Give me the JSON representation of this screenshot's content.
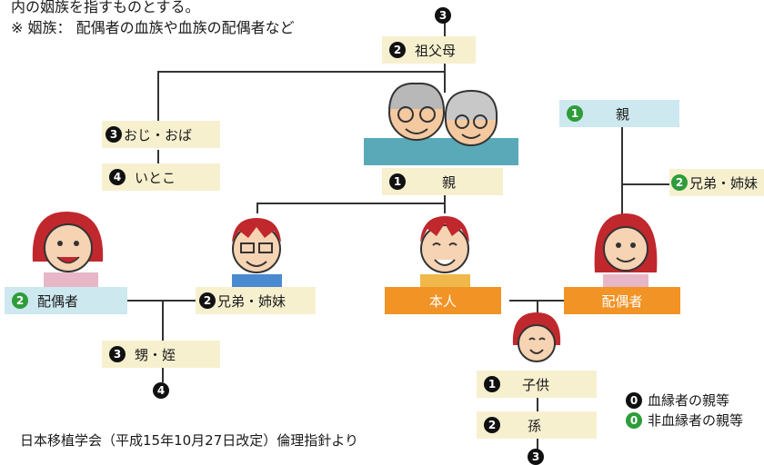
{
  "header": {
    "line1": "内の姻族を指すものとする。",
    "line2": "※ 姻族： 配偶者の血族や血族の配偶者など"
  },
  "nodes": {
    "grandparent": {
      "badge": "2",
      "label": "祖父母"
    },
    "top_badge": "3",
    "uncle": {
      "badge": "3",
      "label": "おじ・おば"
    },
    "cousin": {
      "badge": "4",
      "label": "いとこ"
    },
    "parent": {
      "badge": "1",
      "label": "親"
    },
    "sibling": {
      "badge": "2",
      "label": "兄弟・姉妹"
    },
    "spouse_left": {
      "badge": "2",
      "label": "配偶者"
    },
    "nephew": {
      "badge": "3",
      "label": "甥・姪"
    },
    "nephew_below": "4",
    "self": {
      "label": "本人"
    },
    "spouse": {
      "label": "配偶者"
    },
    "child": {
      "badge": "1",
      "label": "子供"
    },
    "grandchild": {
      "badge": "2",
      "label": "孫"
    },
    "grandchild_below": "3",
    "spouse_parent": {
      "badge": "1",
      "label": "親"
    },
    "spouse_sibling": {
      "badge": "2",
      "label": "兄弟・姉妹"
    }
  },
  "legend": {
    "blood_badge": "0",
    "blood_label": "血縁者の親等",
    "nonblood_badge": "0",
    "nonblood_label": "非血縁者の親等"
  },
  "footer": "日本移植学会（平成15年10月27日改定）倫理指針より",
  "colors": {
    "beige": "#f7f0cf",
    "blue": "#cde8ef",
    "orange": "#f19325",
    "black_badge": "#111111",
    "green_badge": "#2e9c3a"
  }
}
